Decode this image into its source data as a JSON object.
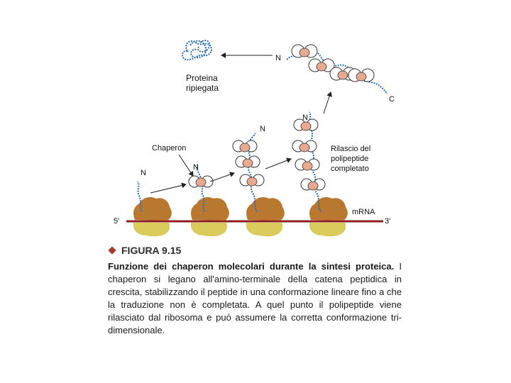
{
  "labels": {
    "protein_title": "Proteina",
    "protein_subtitle": "ripiegata",
    "chaperon": "Chaperon",
    "release_1": "Rilascio del",
    "release_2": "polipeptide",
    "release_3": "completato",
    "mrna": "mRNA",
    "five_prime": "5'",
    "three_prime": "3'",
    "n_terminal": "N",
    "c_terminal": "C"
  },
  "caption": {
    "figure_label": "FIGURA 9.15",
    "bold_lead": "Funzione dei chaperon molecolari durante la sintesi proteica.",
    "body": " I chaperon si legano all'amino-terminale della catena peptidica in crescita, stabilizzando il peptide in una conformazione lineare fino a che la traduzione non è completata. A quel punto il polipeptide viene rilasciato dal ribosoma e può assumere la corretta conformazione tri-dimensionale."
  },
  "colors": {
    "ribosome_large": "#b9782f",
    "ribosome_small": "#d9cc5c",
    "mrna_strand": "#8f1f1f",
    "peptide": "#2a6fb5",
    "chaperon_pink": "#e7a98f",
    "diamond": "#a43b2a"
  }
}
